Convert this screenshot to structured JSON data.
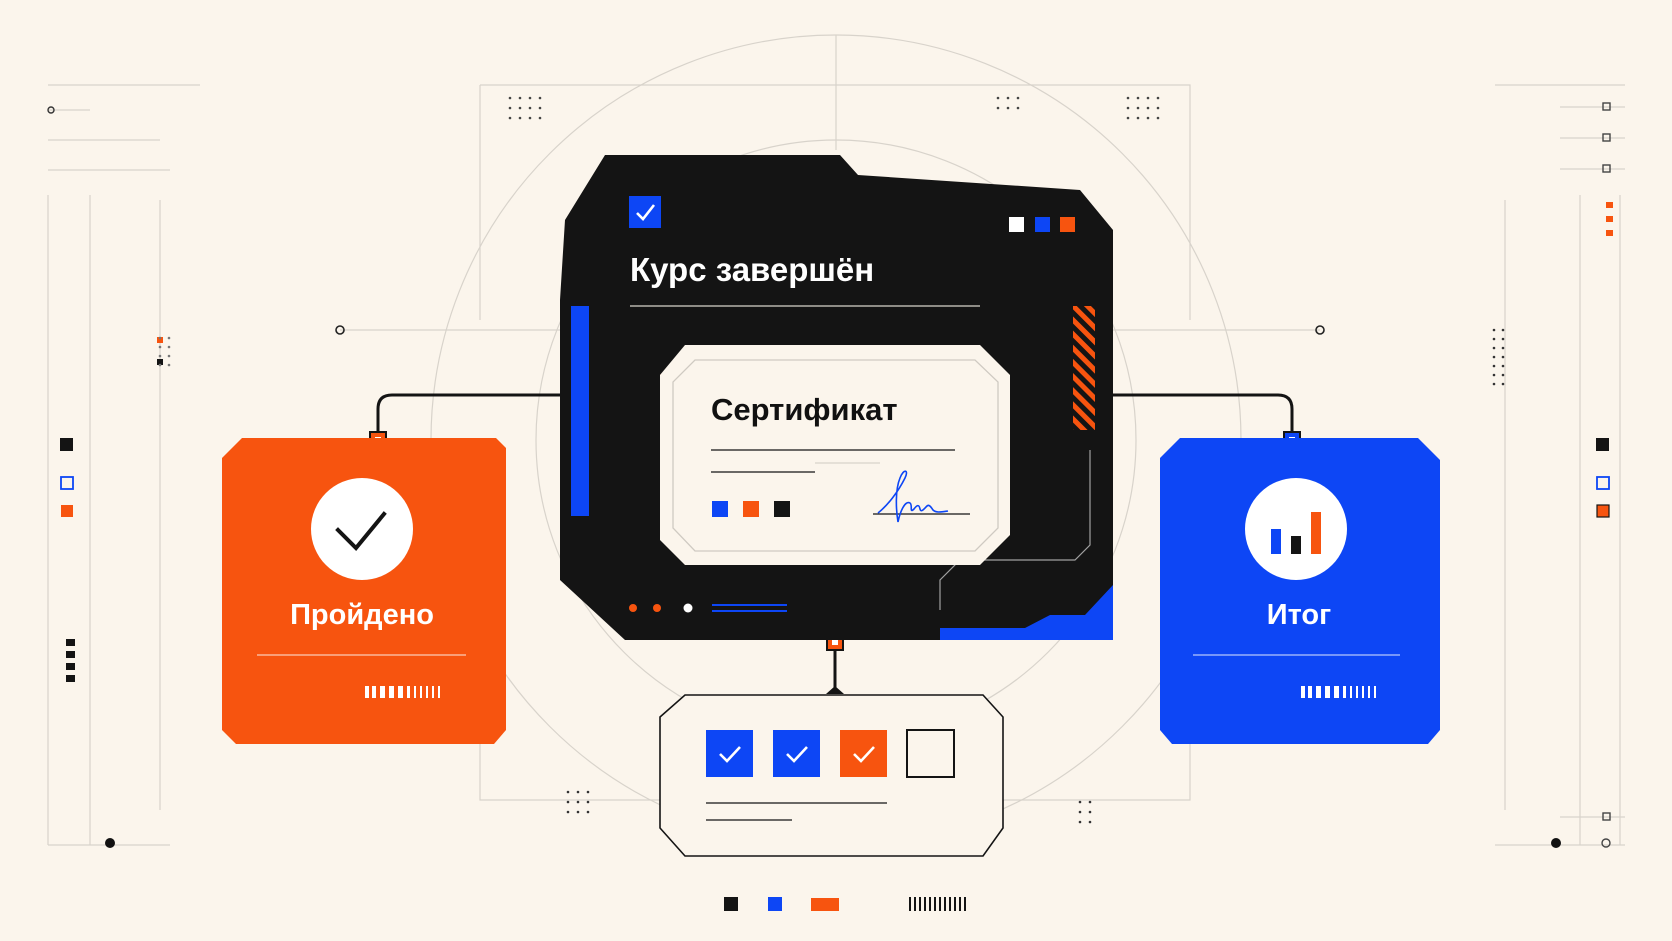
{
  "main_window": {
    "title": "Курс завершён"
  },
  "certificate": {
    "title": "Сертификат"
  },
  "cards": {
    "passed": {
      "label": "Пройдено",
      "icon": "checkmark-icon"
    },
    "result": {
      "label": "Итог",
      "icon": "bar-chart-icon"
    }
  },
  "checklist": {
    "items": [
      {
        "state": "checked",
        "color": "blue"
      },
      {
        "state": "checked",
        "color": "blue"
      },
      {
        "state": "checked",
        "color": "orange"
      },
      {
        "state": "unchecked",
        "color": "none"
      }
    ]
  },
  "colors": {
    "background": "#fbf5ec",
    "black": "#141414",
    "orange": "#f7540f",
    "blue": "#0d46f5",
    "white": "#ffffff"
  }
}
